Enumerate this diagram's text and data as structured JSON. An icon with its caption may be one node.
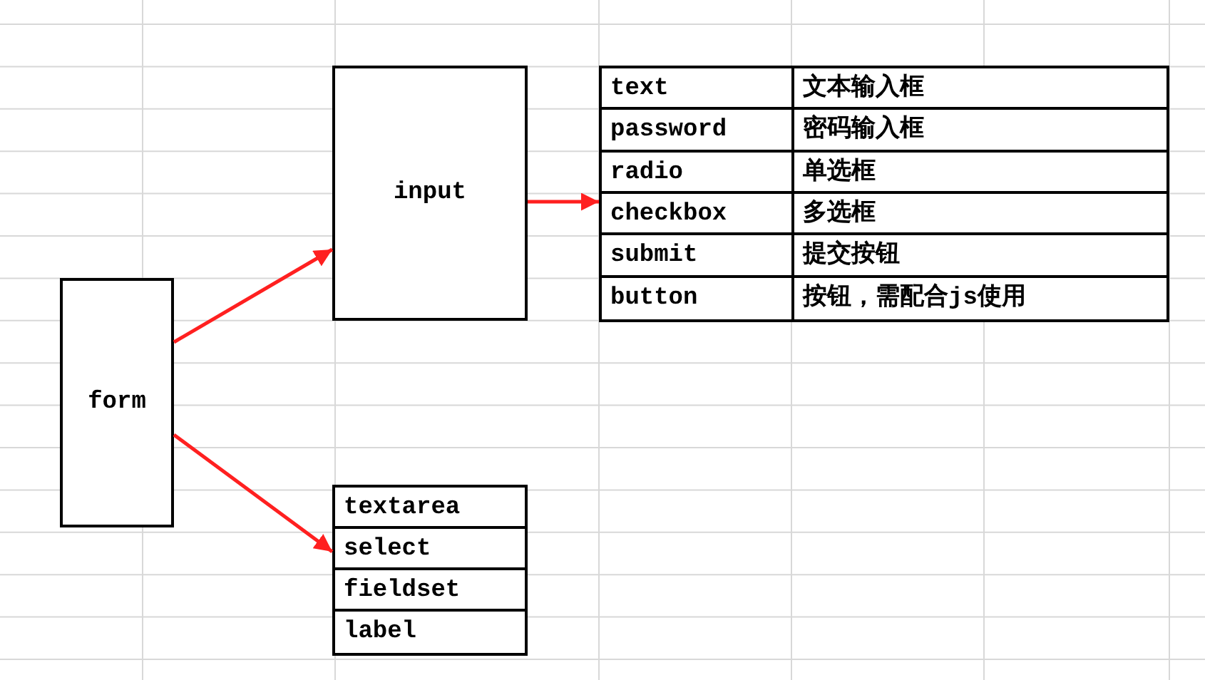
{
  "diagram": {
    "nodes": [
      {
        "text": [
          "form"
        ]
      },
      {
        "text": [
          "input"
        ]
      },
      {
        "text": [
          "text",
          "文本输入框",
          "password",
          "密码输入框",
          "radio",
          "单选框",
          "checkbox",
          "多选框",
          "submit",
          "提交按钮",
          "button",
          "按钮，需配合js使用"
        ]
      },
      {
        "text": [
          "textarea",
          "select",
          "fieldset",
          "label"
        ]
      }
    ],
    "edges": [
      {
        "from": 0,
        "to": 1,
        "arrow": "to"
      },
      {
        "from": 1,
        "to": 2,
        "arrow": "to"
      },
      {
        "from": 0,
        "to": 3,
        "arrow": "to"
      }
    ]
  }
}
